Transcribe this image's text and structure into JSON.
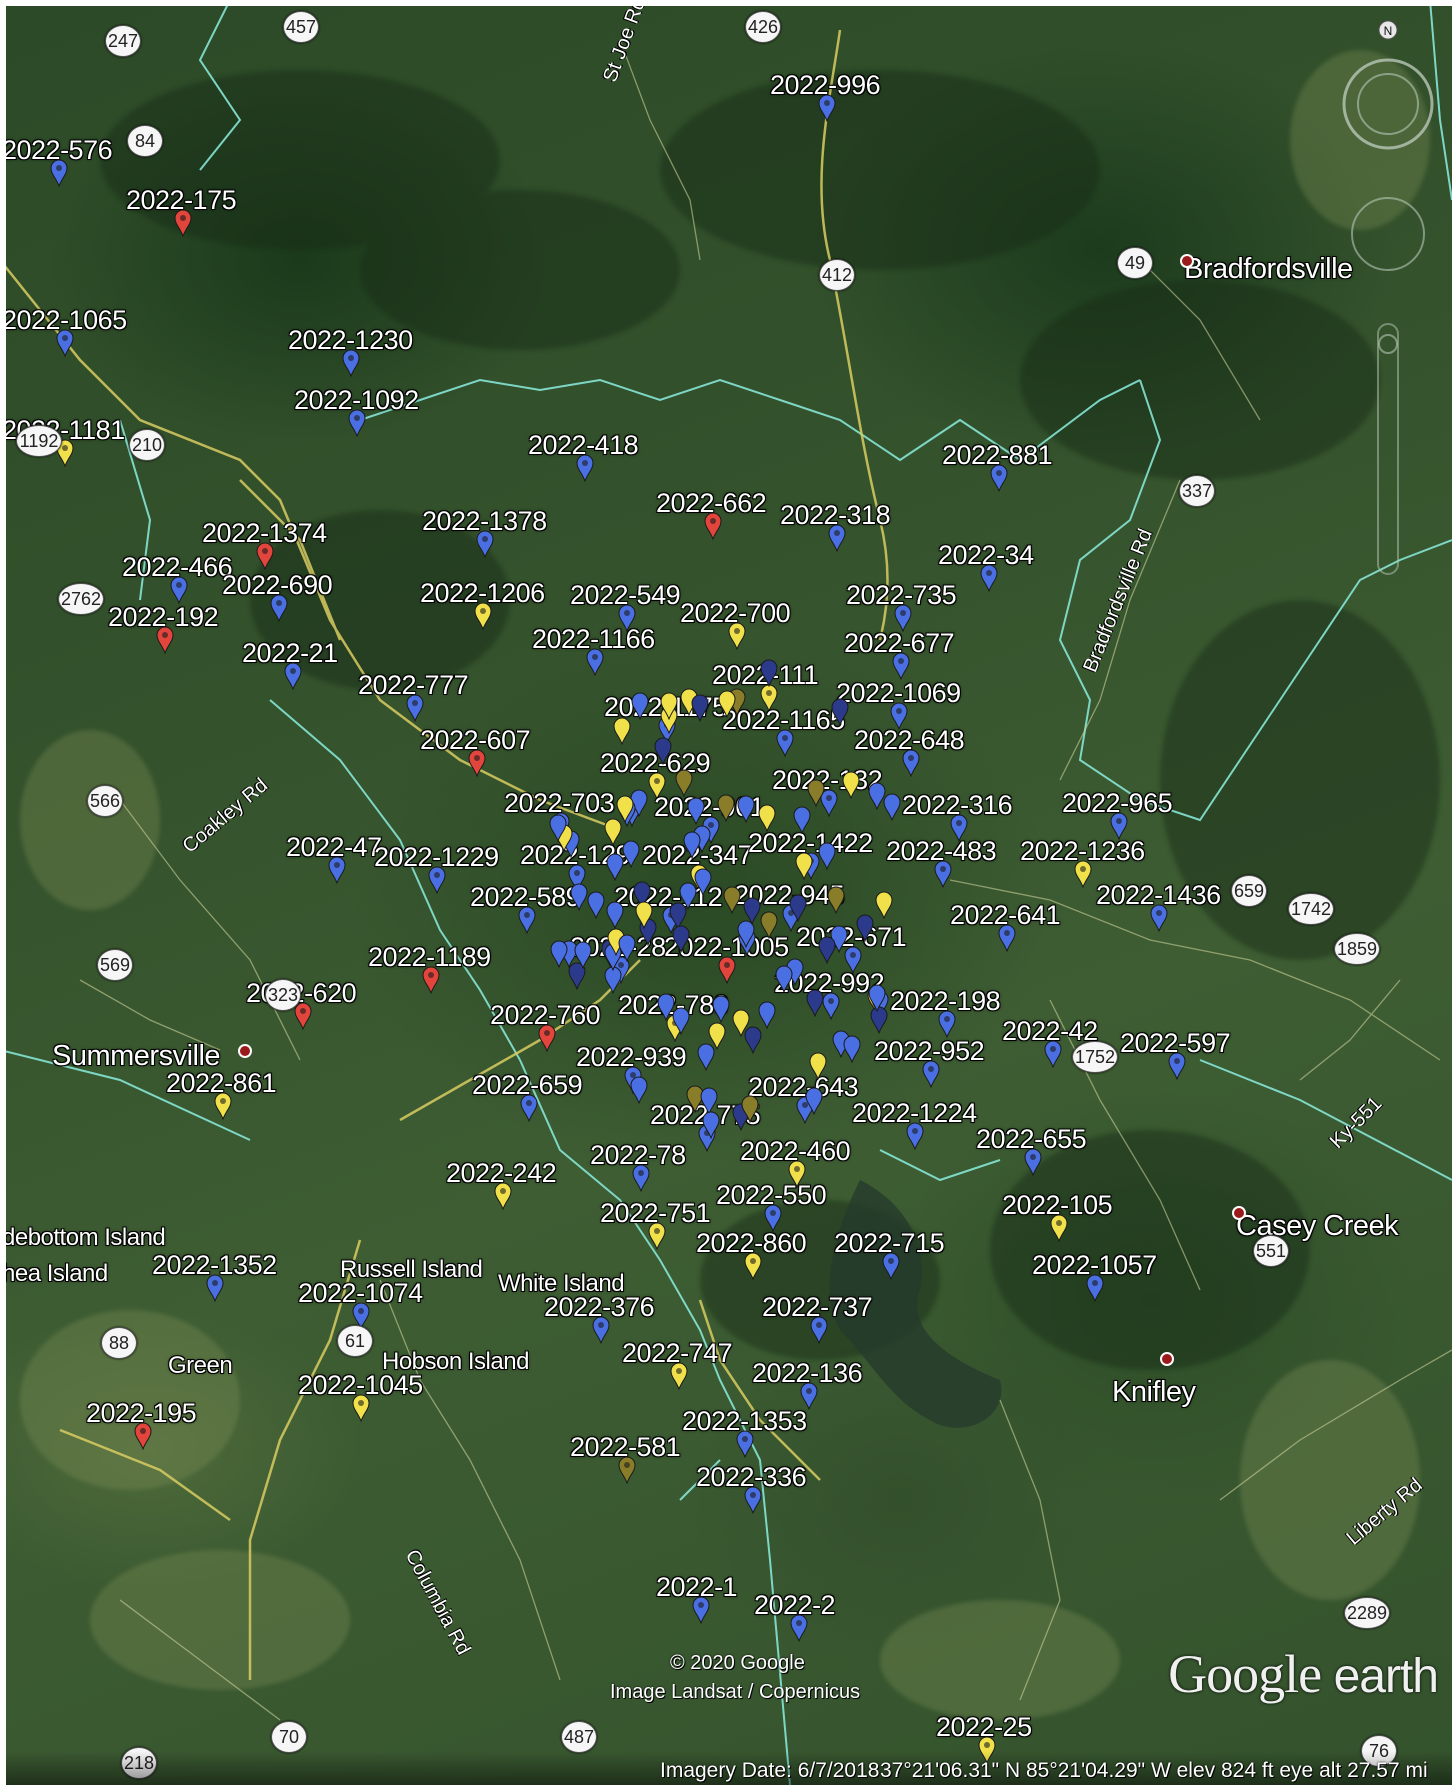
{
  "map": {
    "places": [
      {
        "id": "bradfordsville",
        "text": "Bradfordsville"
      },
      {
        "id": "summersville",
        "text": "Summersville"
      },
      {
        "id": "casey-creek",
        "text": "Casey Creek"
      },
      {
        "id": "knifley",
        "text": "Knifley"
      },
      {
        "id": "green",
        "text": "Green"
      },
      {
        "id": "russell-island",
        "text": "Russell Island"
      },
      {
        "id": "white-island",
        "text": "White Island"
      },
      {
        "id": "hobson-island",
        "text": "Hobson Island"
      },
      {
        "id": "sidebottom-island",
        "text": "debottom Island"
      },
      {
        "id": "shea-island",
        "text": "hea Island"
      }
    ],
    "roads": [
      {
        "id": "st-joe-rd",
        "text": "St Joe Rd"
      },
      {
        "id": "coakley-rd",
        "text": "Coakley Rd"
      },
      {
        "id": "bradfordsville-rd",
        "text": "Bradfordsville Rd"
      },
      {
        "id": "columbia-rd",
        "text": "Columbia Rd"
      },
      {
        "id": "ky-551",
        "text": "Ky-551"
      },
      {
        "id": "liberty-rd",
        "text": "Liberty Rd"
      }
    ],
    "shields": [
      "247",
      "457",
      "426",
      "84",
      "412",
      "49",
      "210",
      "337",
      "2762",
      "566",
      "569",
      "323",
      "1742",
      "1859",
      "659",
      "88",
      "70",
      "218",
      "487",
      "2289",
      "76",
      "1192",
      "551",
      "1752",
      "61"
    ],
    "markers": [
      "2022-996",
      "2022-576",
      "2022-175",
      "2022-1065",
      "2022-1230",
      "2022-1092",
      "2022-1181",
      "2022-418",
      "2022-881",
      "2022-662",
      "2022-318",
      "2022-1378",
      "2022-1374",
      "2022-466",
      "2022-690",
      "2022-192",
      "2022-1206",
      "2022-549",
      "2022-700",
      "2022-34",
      "2022-735",
      "2022-21",
      "2022-1166",
      "2022-677",
      "2022-777",
      "2022-111",
      "2022-1175",
      "2022-1069",
      "2022-1165",
      "2022-607",
      "2022-648",
      "2022-629",
      "2022-132",
      "2022-703",
      "2022-961",
      "2022-316",
      "2022-965",
      "2022-47",
      "2022-1229",
      "2022-129",
      "2022-347",
      "2022-1422",
      "2022-483",
      "2022-1236",
      "2022-589",
      "2022-112",
      "2022-945",
      "2022-1436",
      "2022-641",
      "2022-671",
      "2022-28",
      "2022-1005",
      "2022-1189",
      "2022-992",
      "2022-620",
      "2022-198",
      "2022-760",
      "2022-780",
      "2022-42",
      "2022-597",
      "2022-952",
      "2022-939",
      "2022-861",
      "2022-659",
      "2022-643",
      "2022-775",
      "2022-1224",
      "2022-655",
      "2022-78",
      "2022-460",
      "2022-242",
      "2022-550",
      "2022-751",
      "2022-105",
      "2022-860",
      "2022-715",
      "2022-1352",
      "2022-1057",
      "2022-1074",
      "2022-376",
      "2022-737",
      "2022-747",
      "2022-1045",
      "2022-136",
      "2022-195",
      "2022-1353",
      "2022-581",
      "2022-336",
      "2022-1",
      "2022-2",
      "2022-25"
    ],
    "pin_colors": {
      "blue": "#4a6fe3",
      "red": "#e2453c",
      "yellow": "#f0e04a",
      "dark": "#2c3a8c",
      "olive": "#8a7d2a"
    }
  },
  "attribution": {
    "copyright": "© 2020 Google",
    "imagery_source": "Image Landsat / Copernicus",
    "logo_word1": "Google",
    "logo_word2": "earth"
  },
  "status_bar": {
    "imagery_date": "Imagery Date: 6/7/2018",
    "lat": "37°21'06.31\" N",
    "lon": "85°21'04.29\" W",
    "elev": "elev   824 ft",
    "eye_alt": "eye alt  27.57 mi"
  },
  "compass": {
    "north": "N"
  }
}
